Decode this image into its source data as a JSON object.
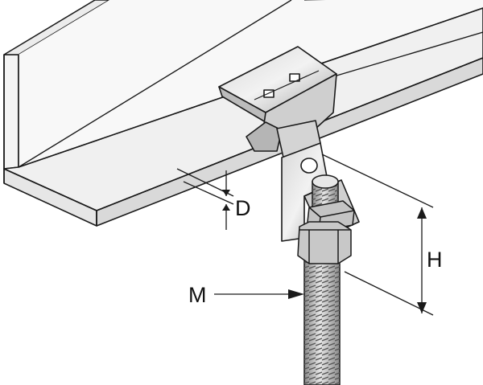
{
  "labels": {
    "d": "D",
    "h": "H",
    "m": "M"
  },
  "colors": {
    "line": "#1a1a1a",
    "steel_light": "#e2e2e2",
    "steel_mid": "#bdbdbd",
    "steel_dark": "#7e7e7e",
    "angle_face": "#f4f4f4",
    "angle_shade": "#d6d6d6"
  }
}
